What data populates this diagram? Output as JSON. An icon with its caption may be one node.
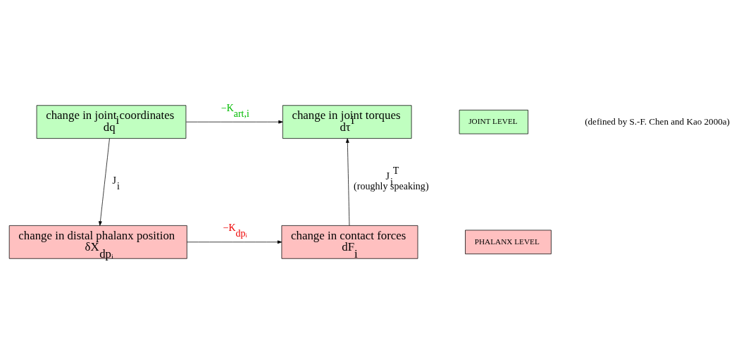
{
  "diagram": {
    "nodes": [
      {
        "text": [
          "change in joint coordinates",
          "dq$^{i}$"
        ]
      },
      {
        "text": [
          "change in joint torques",
          "dτ$^{i}$"
        ]
      },
      {
        "text": [
          "change in distal phalanx position",
          "δX$_{dpᵢ}$"
        ]
      },
      {
        "text": [
          "change in contact forces",
          "dF$_{i}$"
        ]
      },
      {
        "text": [
          "JOINT LEVEL"
        ]
      },
      {
        "text": [
          "PHALANX LEVEL"
        ]
      }
    ],
    "edges": [
      {
        "from": 0,
        "to": 1,
        "arrow": "to",
        "label": "−K$_{art,i}$"
      },
      {
        "from": 0,
        "to": 2,
        "arrow": "to",
        "label": "J$_{i}$"
      },
      {
        "from": 3,
        "to": 1,
        "arrow": "to",
        "label": "J$_{i}$$^{T}$ (roughly speaking)"
      },
      {
        "from": 2,
        "to": 3,
        "arrow": "to",
        "label": "−K$_{dpᵢ}$"
      }
    ],
    "labels": [
      "(defined by S.-F. Chen and Kao 2000a)"
    ]
  }
}
